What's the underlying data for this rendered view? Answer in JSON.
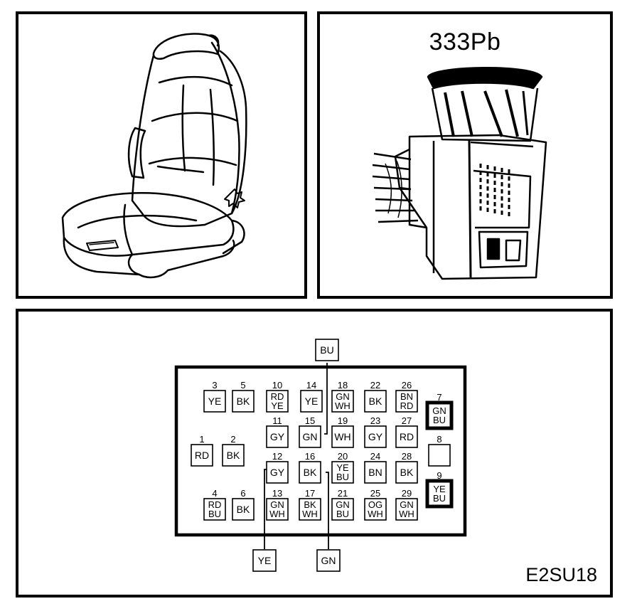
{
  "connector": {
    "title": "333Pb"
  },
  "figure_code": "E2SU18",
  "pins": [
    {
      "id": "3",
      "colors": [
        "YE"
      ]
    },
    {
      "id": "5",
      "colors": [
        "BK"
      ]
    },
    {
      "id": "10",
      "colors": [
        "RD",
        "YE"
      ]
    },
    {
      "id": "14",
      "colors": [
        "YE"
      ]
    },
    {
      "id": "18",
      "colors": [
        "GN",
        "WH"
      ]
    },
    {
      "id": "22",
      "colors": [
        "BK"
      ]
    },
    {
      "id": "26",
      "colors": [
        "BN",
        "RD"
      ]
    },
    {
      "id": "7",
      "colors": [
        "GN",
        "BU"
      ],
      "highlight": true
    },
    {
      "id": "11",
      "colors": [
        "GY"
      ]
    },
    {
      "id": "15",
      "colors": [
        "GN"
      ]
    },
    {
      "id": "19",
      "colors": [
        "WH"
      ]
    },
    {
      "id": "23",
      "colors": [
        "GY"
      ]
    },
    {
      "id": "27",
      "colors": [
        "RD"
      ]
    },
    {
      "id": "1",
      "colors": [
        "RD"
      ]
    },
    {
      "id": "2",
      "colors": [
        "BK"
      ]
    },
    {
      "id": "8",
      "colors": []
    },
    {
      "id": "12",
      "colors": [
        "GY"
      ]
    },
    {
      "id": "16",
      "colors": [
        "BK"
      ]
    },
    {
      "id": "20",
      "colors": [
        "YE",
        "BU"
      ]
    },
    {
      "id": "24",
      "colors": [
        "BN"
      ]
    },
    {
      "id": "28",
      "colors": [
        "BK"
      ]
    },
    {
      "id": "9",
      "colors": [
        "YE",
        "BU"
      ],
      "highlight": true
    },
    {
      "id": "4",
      "colors": [
        "RD",
        "BU"
      ]
    },
    {
      "id": "6",
      "colors": [
        "BK"
      ]
    },
    {
      "id": "13",
      "colors": [
        "GN",
        "WH"
      ]
    },
    {
      "id": "17",
      "colors": [
        "BK",
        "WH"
      ]
    },
    {
      "id": "21",
      "colors": [
        "GN",
        "BU"
      ]
    },
    {
      "id": "25",
      "colors": [
        "OG",
        "WH"
      ]
    },
    {
      "id": "29",
      "colors": [
        "GN",
        "WH"
      ]
    }
  ],
  "external_wires": [
    {
      "id": "wire-bu",
      "label": "BU"
    },
    {
      "id": "wire-ye",
      "label": "YE"
    },
    {
      "id": "wire-gn",
      "label": "GN"
    }
  ]
}
